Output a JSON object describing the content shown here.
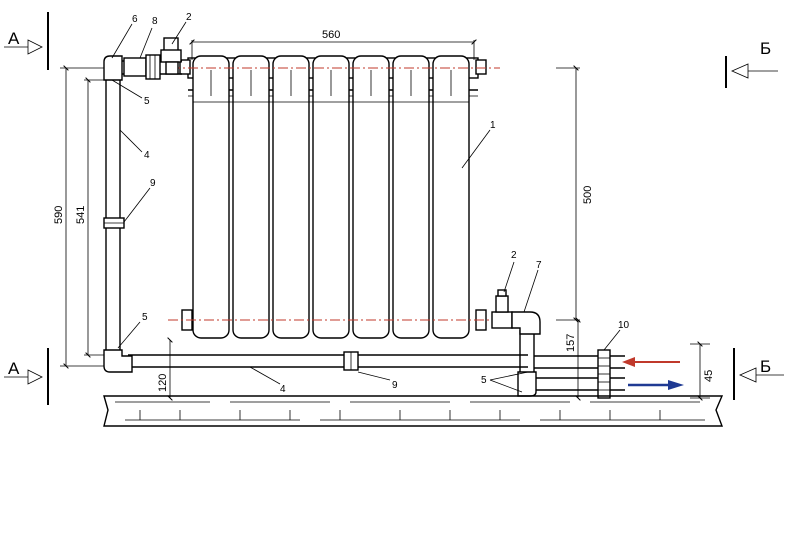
{
  "section_labels": {
    "a": "А",
    "b": "Б"
  },
  "dimensions": {
    "width_560": "560",
    "height_590": "590",
    "height_541": "541",
    "height_500": "500",
    "height_157": "157",
    "height_120": "120",
    "height_45": "45"
  },
  "callouts": {
    "c1": "1",
    "c2_top": "2",
    "c2_right": "2",
    "c4_left": "4",
    "c4_bottom": "4",
    "c5_top": "5",
    "c5_mid": "5",
    "c5_bottom": "5",
    "c6": "6",
    "c7": "7",
    "c8": "8",
    "c9_left": "9",
    "c9_bottom": "9",
    "c10": "10"
  },
  "colors": {
    "supply_arrow": "#c0392b",
    "return_arrow": "#1f3a93",
    "axis_line": "#c0392b"
  }
}
